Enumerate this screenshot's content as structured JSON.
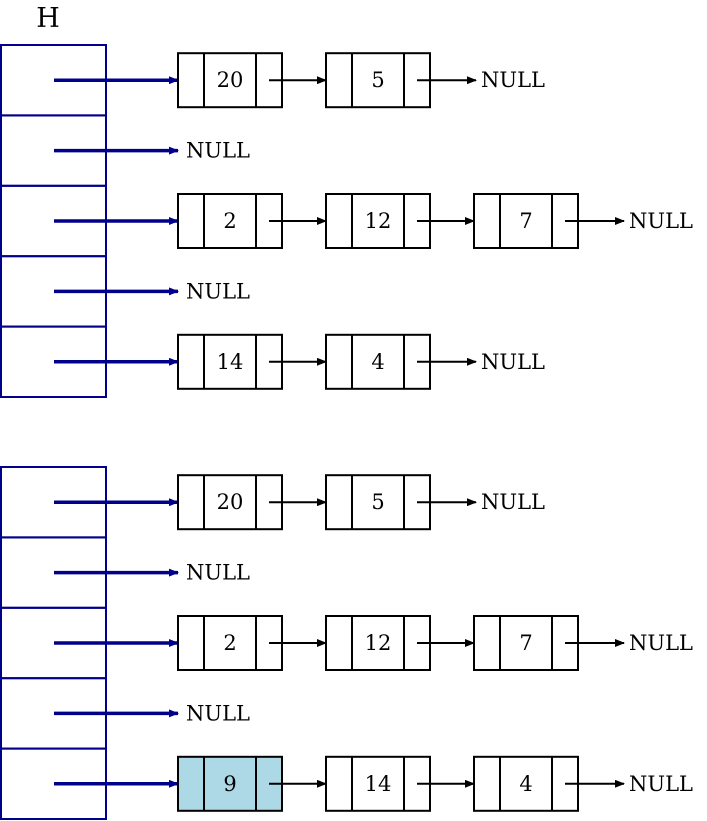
{
  "title": "H",
  "null_label": "NULL",
  "colors": {
    "bucket": "#00008B",
    "node_stroke": "#000000",
    "highlight": "#ADD8E6"
  },
  "tables": [
    {
      "buckets": [
        {
          "nodes": [
            {
              "value": "20"
            },
            {
              "value": "5"
            }
          ]
        },
        {
          "nodes": []
        },
        {
          "nodes": [
            {
              "value": "2"
            },
            {
              "value": "12"
            },
            {
              "value": "7"
            }
          ]
        },
        {
          "nodes": []
        },
        {
          "nodes": [
            {
              "value": "14"
            },
            {
              "value": "4"
            }
          ]
        }
      ]
    },
    {
      "buckets": [
        {
          "nodes": [
            {
              "value": "20"
            },
            {
              "value": "5"
            }
          ]
        },
        {
          "nodes": []
        },
        {
          "nodes": [
            {
              "value": "2"
            },
            {
              "value": "12"
            },
            {
              "value": "7"
            }
          ]
        },
        {
          "nodes": []
        },
        {
          "nodes": [
            {
              "value": "9",
              "highlight": true
            },
            {
              "value": "14"
            },
            {
              "value": "4"
            }
          ]
        }
      ]
    }
  ]
}
